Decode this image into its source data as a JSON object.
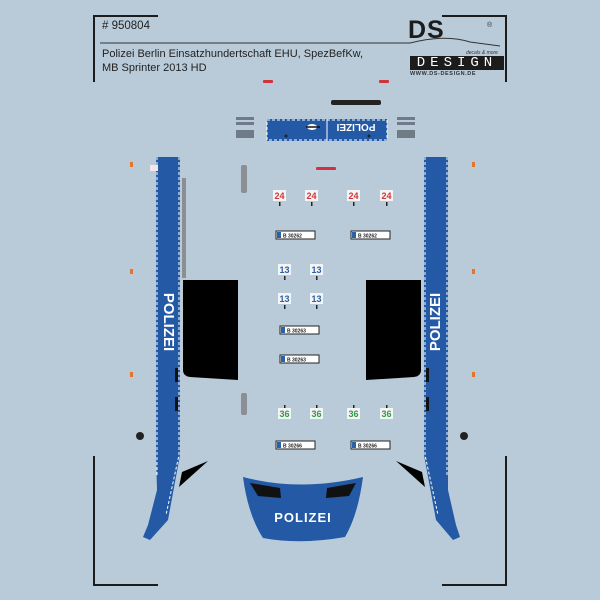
{
  "header": {
    "article_number": "# 950804",
    "title_line1": "Polizei Berlin Einsatzhundertschaft EHU, SpezBefKw,",
    "title_line2": "MB Sprinter 2013 HD"
  },
  "logo": {
    "brand": "DS",
    "registered": "®",
    "tagline": "decals & more",
    "design": "DESIGN",
    "url": "WWW.DS-DESIGN.DE"
  },
  "decals": {
    "police_label": "POLIZEI",
    "unit_numbers_24": [
      "24",
      "24",
      "24",
      "24"
    ],
    "unit_numbers_13": [
      "13",
      "13",
      "13",
      "13"
    ],
    "unit_numbers_36": [
      "36",
      "36",
      "36",
      "36"
    ],
    "plates": [
      "B 30262",
      "B 30262",
      "B 30263",
      "B 30263",
      "B 30266",
      "B 30266"
    ]
  },
  "colors": {
    "background": "#b9cbd9",
    "police_blue": "#2359a5",
    "red_24": "#d0343a",
    "blue_13": "#2a62a8",
    "green_36": "#2f9a4c"
  }
}
